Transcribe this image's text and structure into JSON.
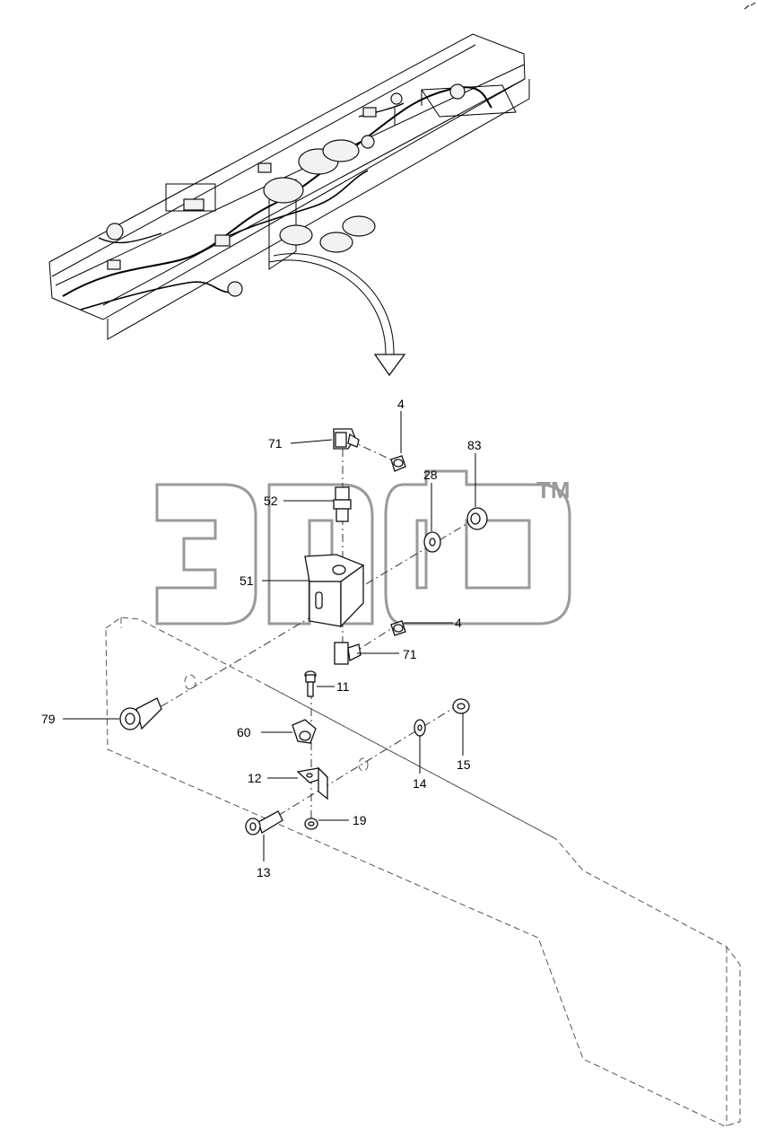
{
  "watermark": {
    "text": "эпф",
    "trademark": "TM",
    "color": "#9a9a9a"
  },
  "callouts": [
    {
      "id": "c4a",
      "label": "4"
    },
    {
      "id": "c71a",
      "label": "71"
    },
    {
      "id": "c83",
      "label": "83"
    },
    {
      "id": "c28",
      "label": "28"
    },
    {
      "id": "c52",
      "label": "52"
    },
    {
      "id": "c51",
      "label": "51"
    },
    {
      "id": "c4b",
      "label": "4"
    },
    {
      "id": "c71b",
      "label": "71"
    },
    {
      "id": "c79",
      "label": "79"
    },
    {
      "id": "c11",
      "label": "11"
    },
    {
      "id": "c60",
      "label": "60"
    },
    {
      "id": "c14",
      "label": "14"
    },
    {
      "id": "c15",
      "label": "15"
    },
    {
      "id": "c12",
      "label": "12"
    },
    {
      "id": "c19",
      "label": "19"
    },
    {
      "id": "c13",
      "label": "13"
    }
  ]
}
